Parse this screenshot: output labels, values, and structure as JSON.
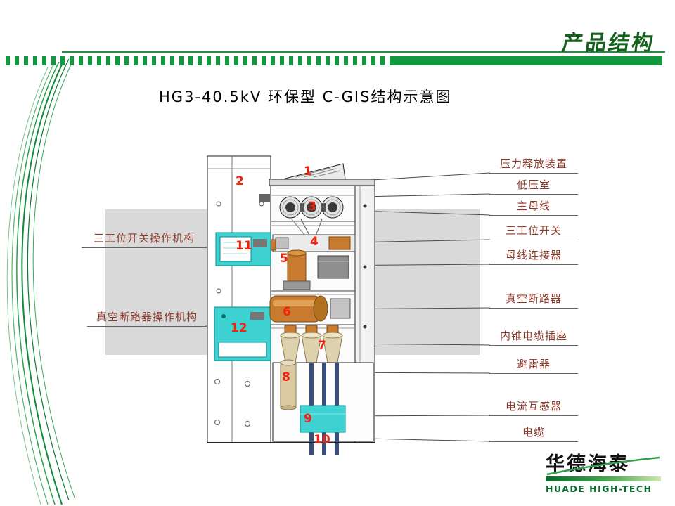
{
  "header": {
    "title": "产品结构"
  },
  "diagram": {
    "title": "HG3-40.5kV 环保型 C-GIS结构示意图"
  },
  "left_labels": [
    {
      "text": "三工位开关操作机构"
    },
    {
      "text": "真空断路器操作机构"
    }
  ],
  "right_labels": [
    {
      "text": "压力释放装置"
    },
    {
      "text": "低压室"
    },
    {
      "text": "主母线"
    },
    {
      "text": "三工位开关"
    },
    {
      "text": "母线连接器"
    },
    {
      "text": "真空断路器"
    },
    {
      "text": "内锥电缆插座"
    },
    {
      "text": "避雷器"
    },
    {
      "text": "电流互感器"
    },
    {
      "text": "电缆"
    }
  ],
  "markers": [
    "1",
    "2",
    "3",
    "4",
    "5",
    "6",
    "7",
    "8",
    "9",
    "10",
    "11",
    "12"
  ],
  "logo": {
    "name": "华德海泰",
    "subtitle": "HUADE HIGH-TECH"
  },
  "colors": {
    "accent_green": "#12993f",
    "title_green": "#14611c",
    "label_maroon": "#8b3a2b",
    "marker_red": "#f2210a",
    "mechanism_cyan": "#3ed2d2",
    "copper": "#c87a2e"
  }
}
